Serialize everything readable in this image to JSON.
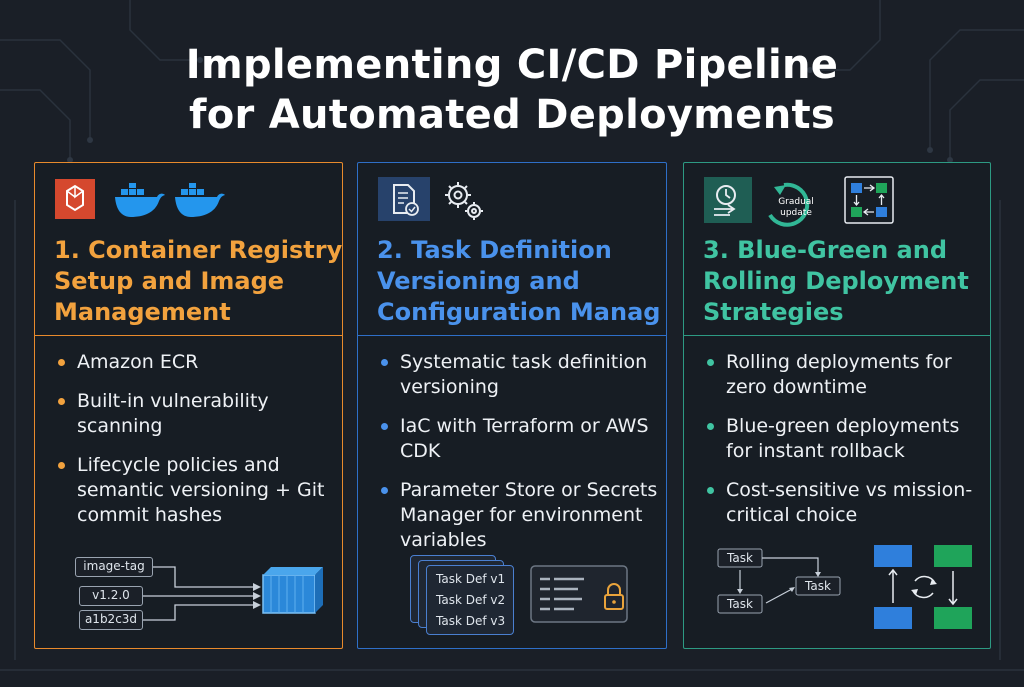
{
  "title": {
    "line1": "Implementing CI/CD Pipeline",
    "line2": "for Automated Deployments"
  },
  "cards": [
    {
      "heading_lines": [
        "1. Container Registry",
        "Setup and Image",
        "Management"
      ],
      "icons": [
        "aws-ecr-icon",
        "docker-whale-icon",
        "docker-whale-icon"
      ],
      "bullets": [
        "Amazon ECR",
        "Built-in vulnerability scanning",
        "Lifecycle policies and semantic versioning + Git commit hashes"
      ],
      "diagram": {
        "tags": [
          "image-tag",
          "v1.2.0",
          "a1b2c3d"
        ]
      }
    },
    {
      "heading_lines": [
        "2. Task Definition",
        "Versioning and",
        "Configuration Manag"
      ],
      "icons": [
        "document-check-icon",
        "gears-icon"
      ],
      "bullets": [
        "Systematic task definition versioning",
        "IaC with Terraform or AWS CDK",
        "Parameter Store or Secrets Manager for environment variables"
      ],
      "diagram": {
        "task_defs": [
          "Task Def v1",
          "Task Def v2",
          "Task Def v3"
        ]
      }
    },
    {
      "heading_lines": [
        "3. Blue-Green and",
        "Rolling Deployment",
        "Strategies"
      ],
      "icons": [
        "clock-arrow-icon",
        "gradual-update-icon",
        "swap-blocks-icon"
      ],
      "icon_caption": [
        "Gradual",
        "update"
      ],
      "bullets": [
        "Rolling deployments for zero downtime",
        "Blue-green deployments for instant rollback",
        "Cost-sensitive vs mission-critical choice"
      ],
      "diagram": {
        "tasks": [
          "Task",
          "Task",
          "Task"
        ]
      }
    }
  ],
  "colors": {
    "background": "#1a1f27",
    "card1_accent": "#f2a23e",
    "card2_accent": "#4a92ec",
    "card3_accent": "#40c4a2",
    "blue_block": "#2f7fdc",
    "green_block": "#1fa45a"
  }
}
